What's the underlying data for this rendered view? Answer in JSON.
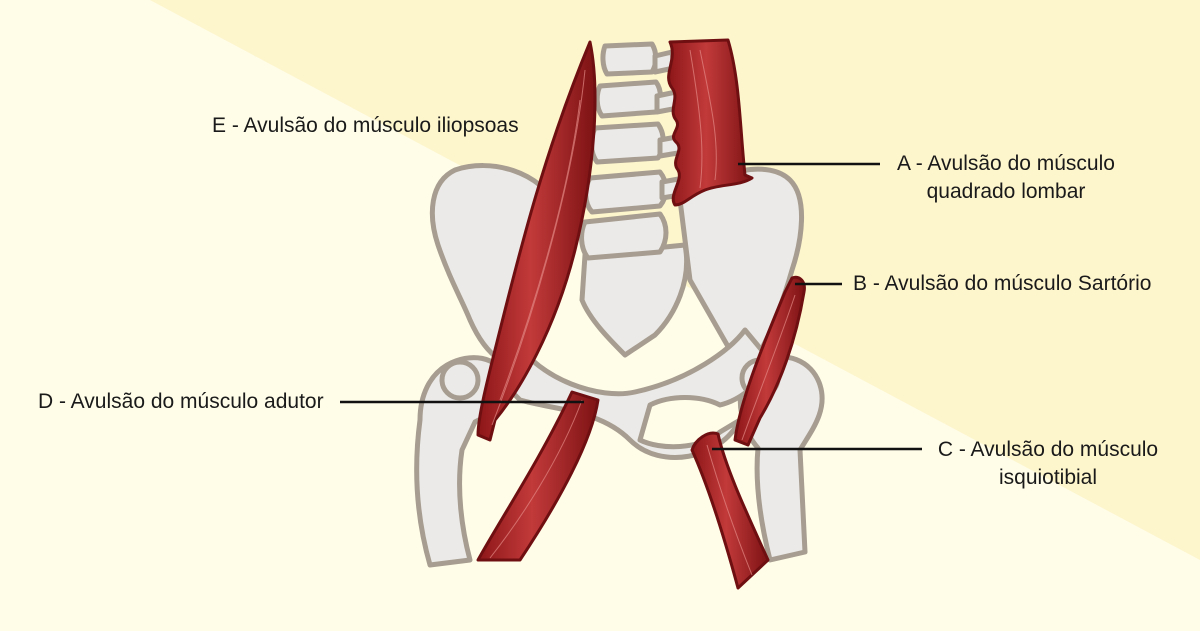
{
  "colors": {
    "background": "#fffde8",
    "background_band": "#fdf6cf",
    "bone_fill": "#ebeae8",
    "bone_outline": "#a79d90",
    "muscle": "#b52a2c",
    "muscle_dark": "#6f0f12",
    "muscle_light": "#d66a66",
    "line": "#111111"
  },
  "labels": {
    "e": {
      "line1": "E - Avulsão do músculo iliopsoas"
    },
    "a": {
      "line1": "A - Avulsão do músculo",
      "line2": "quadrado lombar"
    },
    "b": {
      "line1": "B - Avulsão do músculo Sartório"
    },
    "d": {
      "line1": "D - Avulsão do músculo adutor"
    },
    "c": {
      "line1": "C - Avulsão do músculo",
      "line2": "isquiotibial"
    }
  }
}
